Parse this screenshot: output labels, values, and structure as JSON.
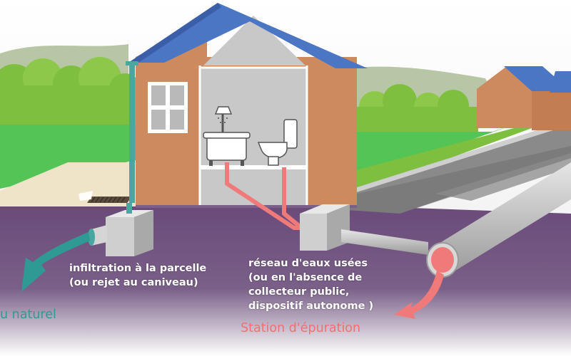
{
  "labels": {
    "infiltration": [
      "infiltration à la parcelle",
      "(ou rejet au caniveau)"
    ],
    "wastewater": [
      "réseau d'eaux  usées",
      "(ou en l'absence de",
      "collecteur public,",
      "dispositif autonome )"
    ],
    "natural_medium": "u naturel",
    "treatment_plant": "Station d'épuration"
  },
  "colors": {
    "wall": "#cc8a5e",
    "roof": "#4a76c4",
    "interior": "#c8c8c8",
    "ground": "#5b3f6b",
    "grass": "#7fbf3f",
    "road": "#8a8a8a",
    "rainwater_arrow": "#2f9a94",
    "wastewater_pipe": "#f07a7a",
    "treatment_text": "#f07070",
    "natural_text": "#2f9a94"
  }
}
